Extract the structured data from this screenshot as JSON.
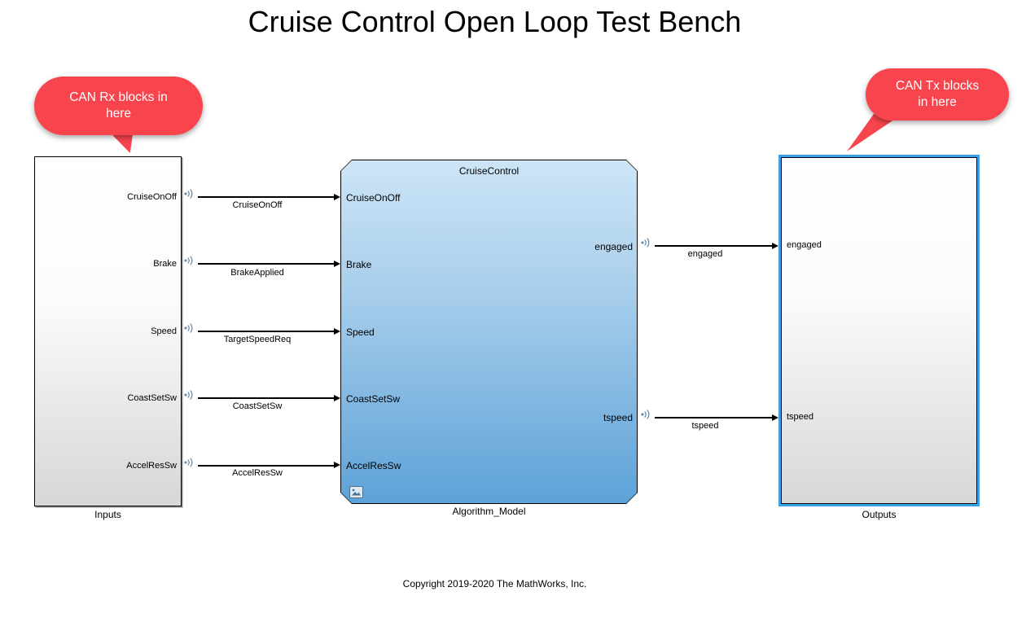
{
  "title": "Cruise Control Open Loop Test Bench",
  "callouts": {
    "rx": {
      "text": "CAN Rx blocks in here"
    },
    "tx": {
      "text": "CAN Tx blocks in here"
    }
  },
  "blocks": {
    "inputs": {
      "label": "Inputs",
      "ports": [
        "CruiseOnOff",
        "Brake",
        "Speed",
        "CoastSetSw",
        "AccelResSw"
      ]
    },
    "algorithm": {
      "label": "Algorithm_Model",
      "header": "CruiseControl",
      "inputs": [
        "CruiseOnOff",
        "Brake",
        "Speed",
        "CoastSetSw",
        "AccelResSw"
      ],
      "outputs": [
        "engaged",
        "tspeed"
      ]
    },
    "outputs": {
      "label": "Outputs",
      "ports": [
        "engaged",
        "tspeed"
      ]
    }
  },
  "signals": {
    "left": [
      "CruiseOnOff",
      "BrakeApplied",
      "TargetSpeedReq",
      "CoastSetSw",
      "AccelResSw"
    ],
    "right": [
      "engaged",
      "tspeed"
    ]
  },
  "footer": {
    "copyright": "Copyright 2019-2020 The MathWorks, Inc."
  },
  "colors": {
    "callout_red": "#f8444d",
    "selection_blue": "#39a1e5",
    "model_gradient_top": "#cde5f7",
    "model_gradient_bottom": "#5da2d8",
    "block_gradient_bottom": "#d7d7d7",
    "wireless_icon": "#6b8ba6"
  }
}
